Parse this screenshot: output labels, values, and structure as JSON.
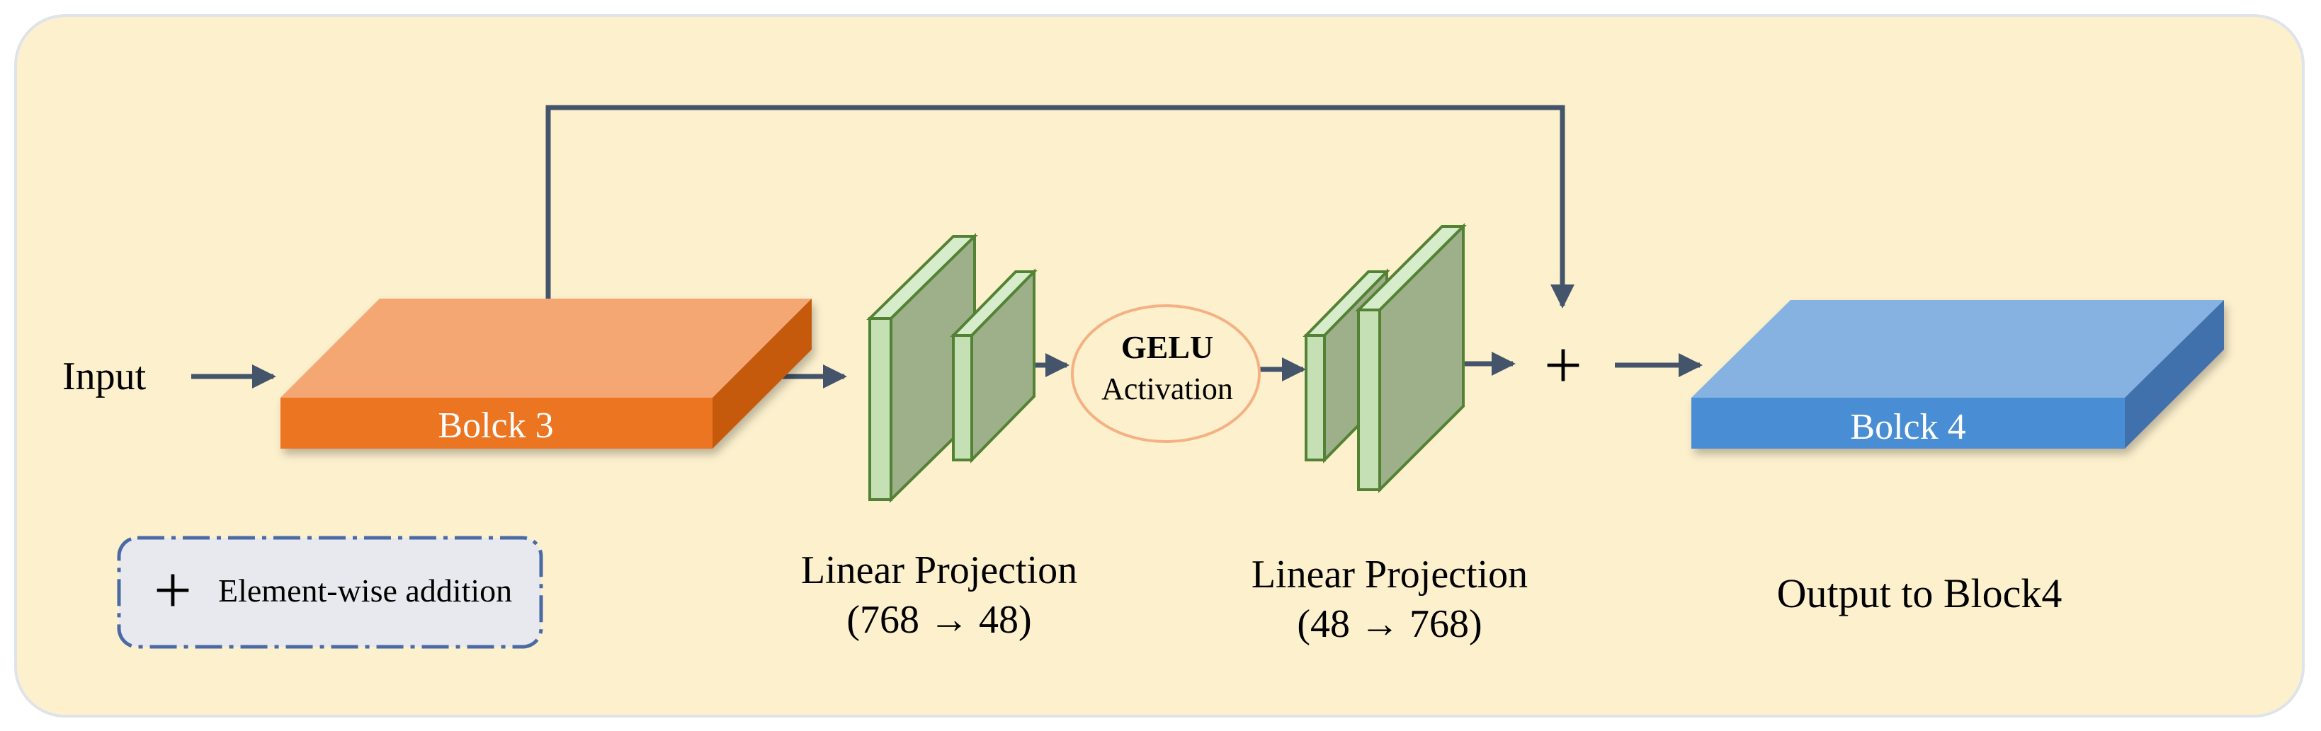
{
  "input_label": "Input",
  "block3": {
    "label": "Bolck 3"
  },
  "block4": {
    "label": "Bolck 4"
  },
  "gelu": {
    "title": "GELU",
    "subtitle": "Activation"
  },
  "proj1": {
    "title": "Linear Projection",
    "dims": "(768 → 48)"
  },
  "proj2": {
    "title": "Linear Projection",
    "dims": "(48 → 768)"
  },
  "output_label": "Output to Block4",
  "add_symbol": "+",
  "legend": {
    "symbol": "+",
    "label": "Element-wise addition"
  },
  "colors": {
    "background": "#fdf0cd",
    "panel_border": "#dfe3ea",
    "arrow": "#44546a",
    "block3_top": "#f4a673",
    "block3_front": "#ec7420",
    "block3_side": "#c55a11",
    "block4_top": "#86b2e2",
    "block4_front": "#4a8ed4",
    "block4_side": "#3f71ad",
    "layer_face": "#9db08a",
    "layer_side": "#c5e0b4",
    "layer_stroke": "#548235",
    "gelu_stroke": "#f4b183",
    "legend_fill": "#e8e9ee",
    "legend_stroke": "#4a6aa5"
  }
}
